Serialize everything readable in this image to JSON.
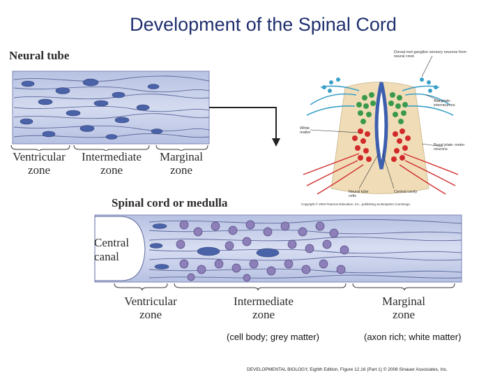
{
  "title": "Development of the Spinal Cord",
  "neural_tube": {
    "heading": "Neural tube",
    "zones": [
      {
        "line1": "Ventricular",
        "line2": "zone"
      },
      {
        "line1": "Intermediate",
        "line2": "zone"
      },
      {
        "line1": "Marginal",
        "line2": "zone"
      }
    ]
  },
  "spinal_cord": {
    "heading": "Spinal cord or medulla",
    "canal_line1": "Central",
    "canal_line2": "canal",
    "zones": [
      {
        "line1": "Ventricular",
        "line2": "zone"
      },
      {
        "line1": "Intermediate",
        "line2": "zone"
      },
      {
        "line1": "Marginal",
        "line2": "zone"
      }
    ],
    "note_intermediate": "(cell body; grey matter)",
    "note_marginal": "(axon rich; white matter)"
  },
  "cross_section": {
    "label_dorsal": "Dorsal root ganglion sensory neurons from neural crest",
    "label_alar": "Alar plate: interneurons",
    "label_white": "White matter",
    "label_basal": "Basal plate: motor neurons",
    "label_neural_tube": "Neural tube cells",
    "label_central": "Central cavity",
    "copyright": "Copyright © 2004 Pearson Education, Inc., publishing as Benjamin Cummings."
  },
  "credit": "DEVELOPMENTAL BIOLOGY, Eighth Edition, Figure 12.16 (Part 1)  © 2006 Sinauer Associates, Inc.",
  "colors": {
    "title": "#1f2f6e",
    "tissue": "#c9d1ea",
    "cell_blue": "#4a63a8",
    "cell_purple": "#8d7fb8",
    "alar_green": "#3a9a4a",
    "basal_red": "#d22a2a",
    "crest_blue": "#3aa0c8",
    "tan": "#f0ddb8"
  }
}
